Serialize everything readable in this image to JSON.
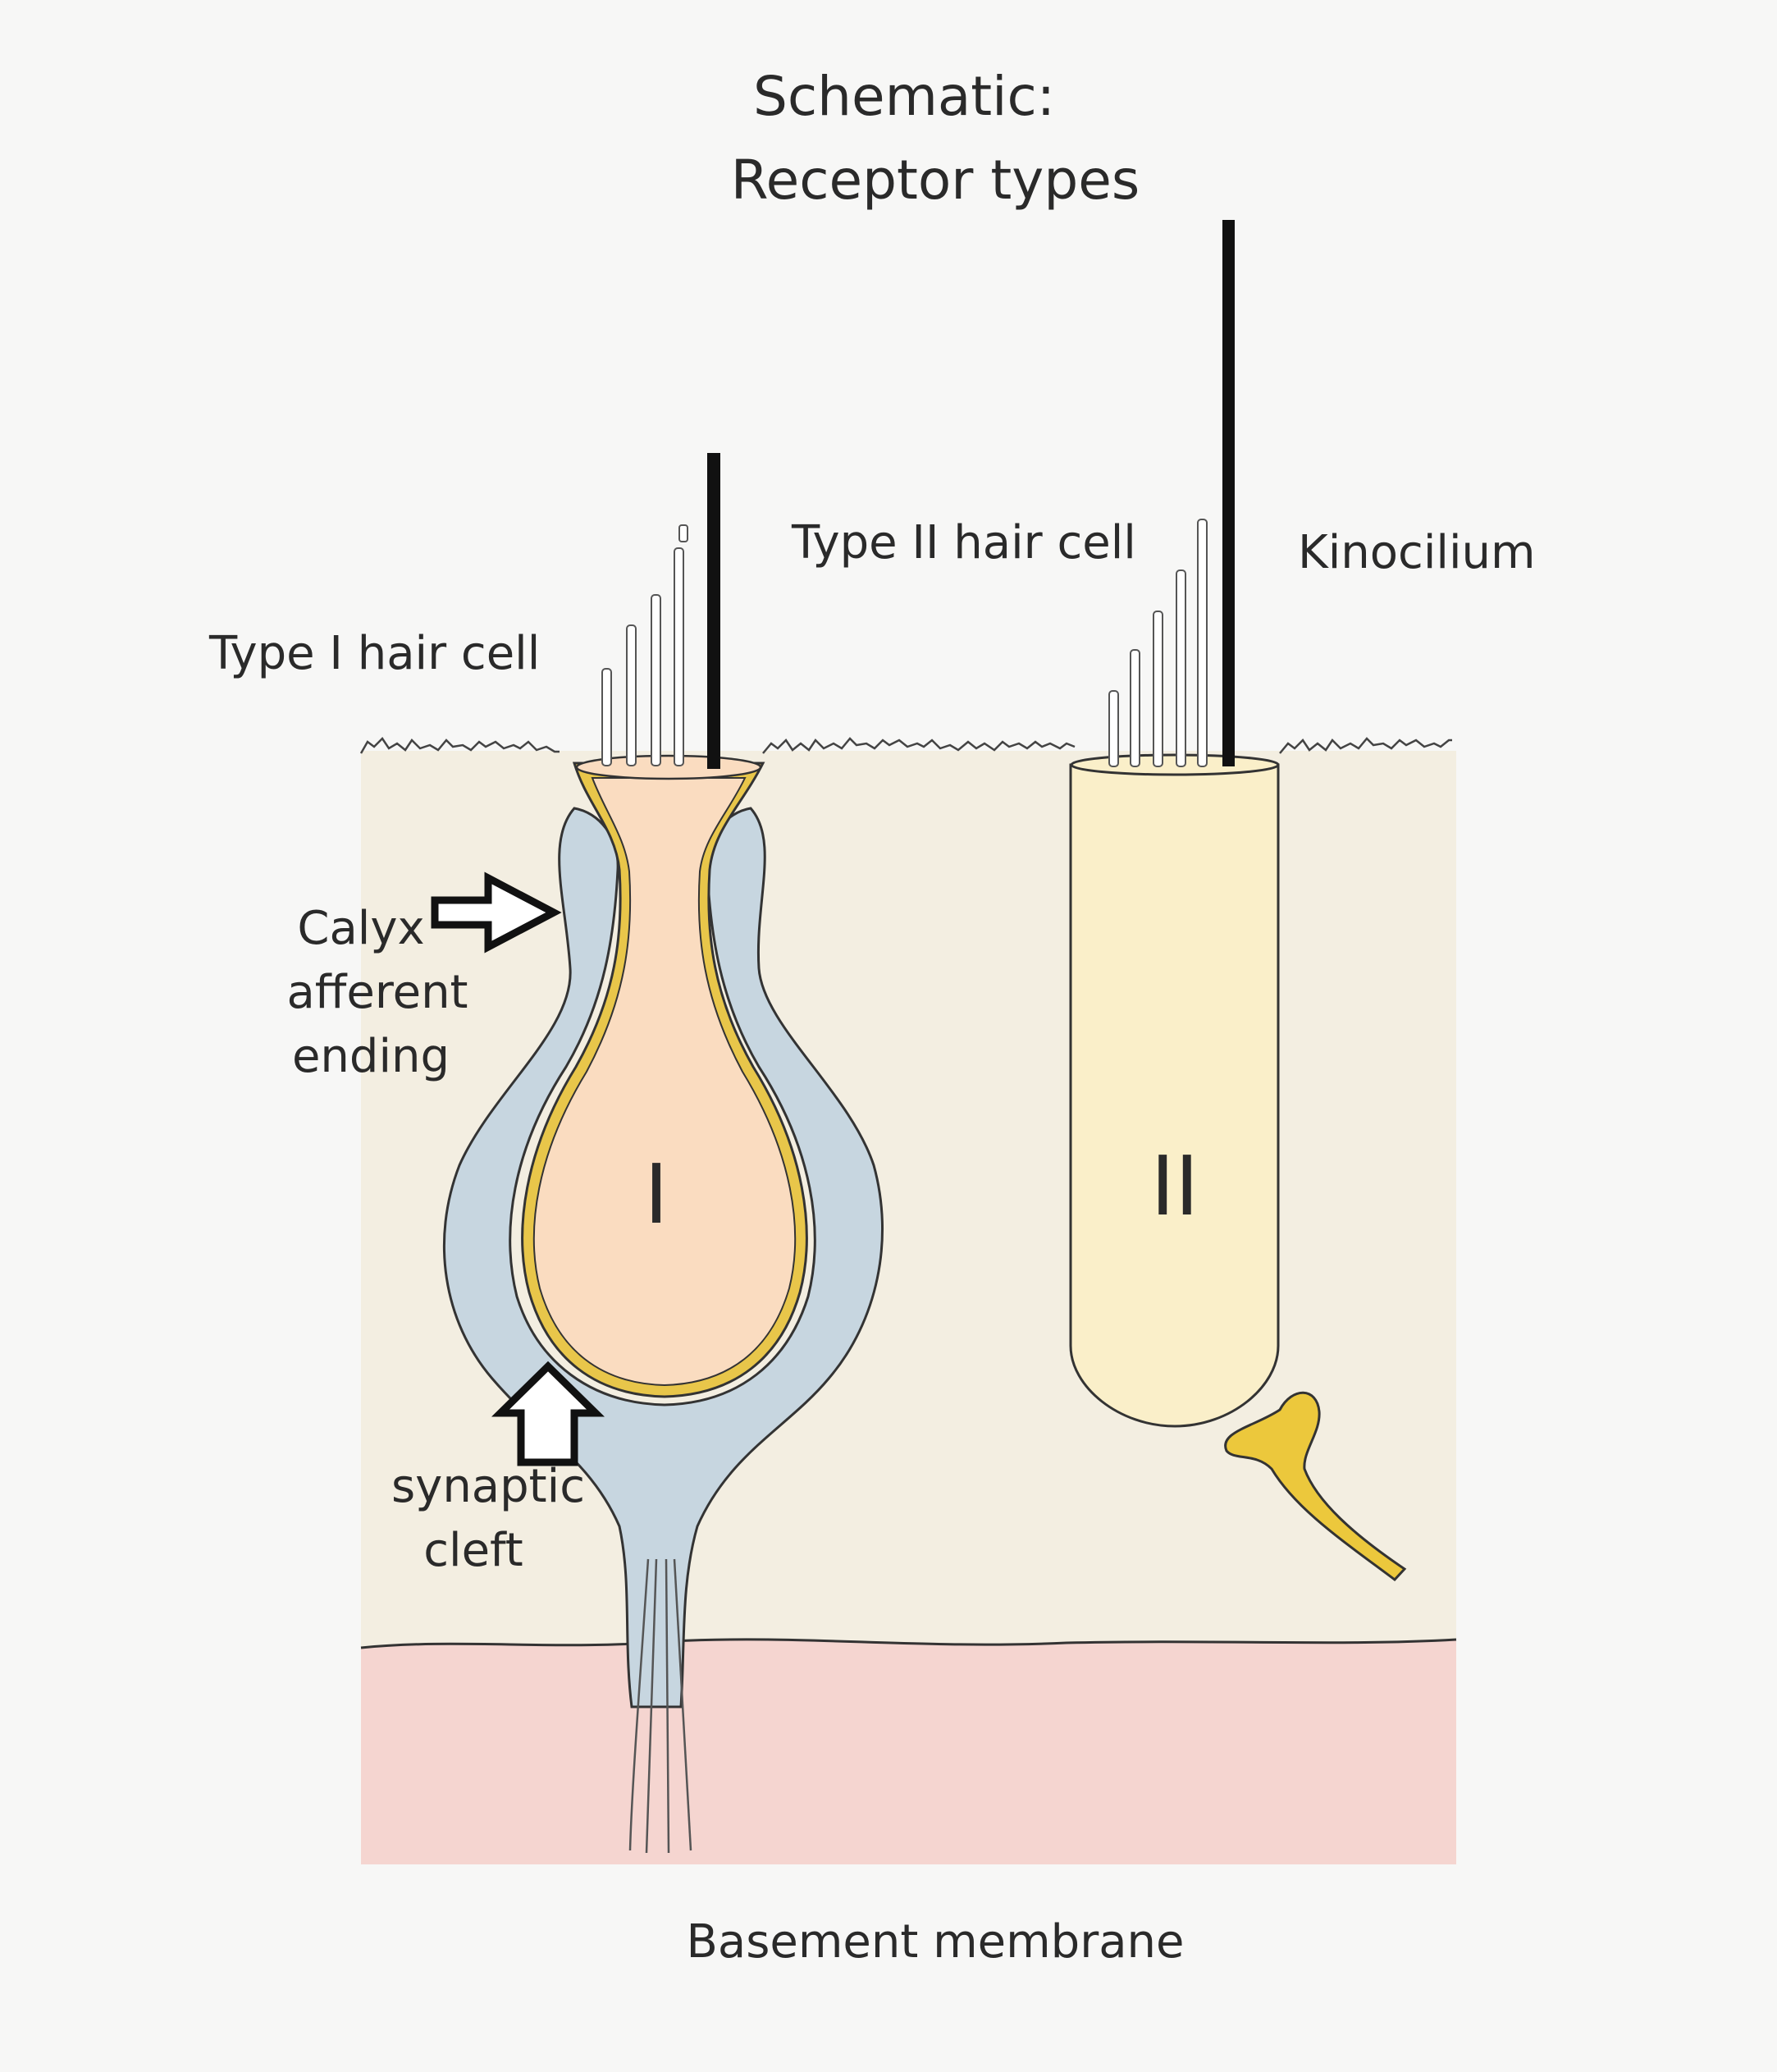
{
  "title": {
    "line1": "Schematic:",
    "line2": "Receptor types"
  },
  "labels": {
    "type1_cell": "Type I hair cell",
    "type2_cell": "Type II hair cell",
    "kinocilium": "Kinocilium",
    "calyx_line1": "Calyx",
    "calyx_line2": "afferent",
    "calyx_line3": "ending",
    "synaptic_line1": "synaptic",
    "synaptic_line2": "cleft",
    "basement_membrane": "Basement membrane",
    "roman_one": "I",
    "roman_two": "II"
  },
  "colors": {
    "background": "#f7f7f6",
    "epithelium": "#f3eee1",
    "basement": "#f5d5d0",
    "type1_body": "#fadcc0",
    "type2_body": "#faefc9",
    "calyx": "#c7d6e0",
    "membrane_yellow": "#e8c64a",
    "nerve_ending": "#ecc83c",
    "outline": "#333333"
  }
}
